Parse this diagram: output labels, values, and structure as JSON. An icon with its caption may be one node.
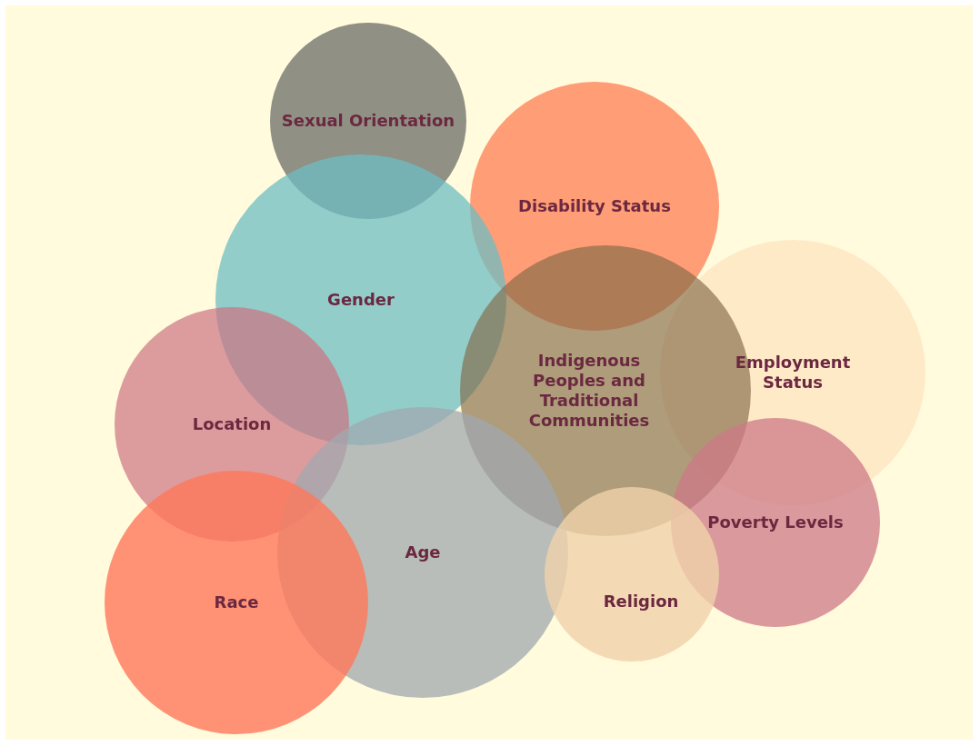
{
  "diagram": {
    "nodes": [
      {
        "text": [
          "Sexual Orientation"
        ]
      },
      {
        "text": [
          "Disability Status"
        ]
      },
      {
        "text": [
          "Gender"
        ]
      },
      {
        "text": [
          "Employment Status"
        ]
      },
      {
        "text": [
          "Indigenous Peoples and Traditional Communities"
        ]
      },
      {
        "text": [
          "Location"
        ]
      },
      {
        "text": [
          "Poverty Levels"
        ]
      },
      {
        "text": [
          "Age"
        ]
      },
      {
        "text": [
          "Religion"
        ]
      },
      {
        "text": [
          "Race"
        ]
      }
    ]
  }
}
